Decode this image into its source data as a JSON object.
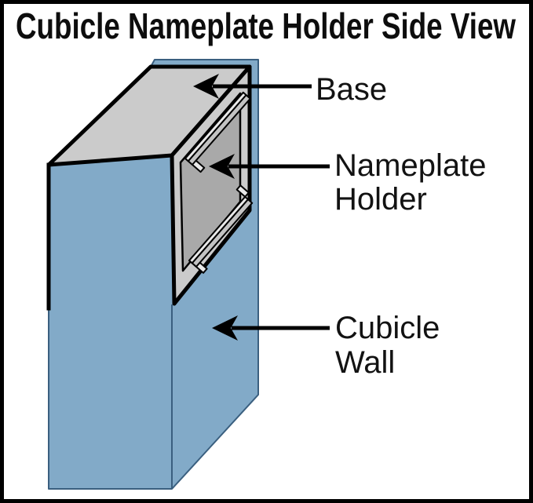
{
  "title": "Cubicle Nameplate Holder Side View",
  "callouts": {
    "base": "Base",
    "nameplate_holder_line1": "Nameplate",
    "nameplate_holder_line2": "Holder",
    "cubicle_wall_line1": "Cubicle",
    "cubicle_wall_line2": "Wall"
  },
  "colors": {
    "background": "#FFFFFF",
    "border": "#000000",
    "wall_fill": "#82AAC8",
    "wall_outline": "#3A5F7F",
    "holder_fill": "#CBCBCB",
    "panel_fill": "#A9A9A9",
    "rail_highlight": "#E9E9E9",
    "rail_mid": "#C3C3C3",
    "outline": "#000000",
    "text": "#121212"
  }
}
